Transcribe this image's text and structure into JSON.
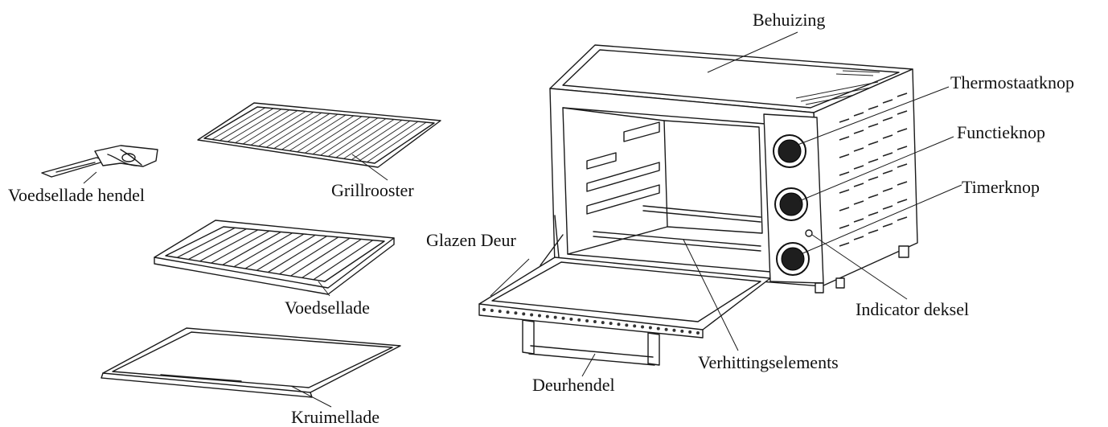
{
  "labels": {
    "behuizing": "Behuizing",
    "thermostaatknop": "Thermostaatknop",
    "functieknop": "Functieknop",
    "timerknop": "Timerknop",
    "indicator_deksel": "Indicator deksel",
    "verhittingselements": "Verhittingselements",
    "deurhendel": "Deurhendel",
    "glazen_deur": "Glazen Deur",
    "grillrooster": "Grillrooster",
    "voedsellade_hendel": "Voedsellade hendel",
    "voedsellade": "Voedsellade",
    "kruimellade": "Kruimellade"
  },
  "colors": {
    "ink": "#1a1a1a",
    "background": "#ffffff"
  }
}
